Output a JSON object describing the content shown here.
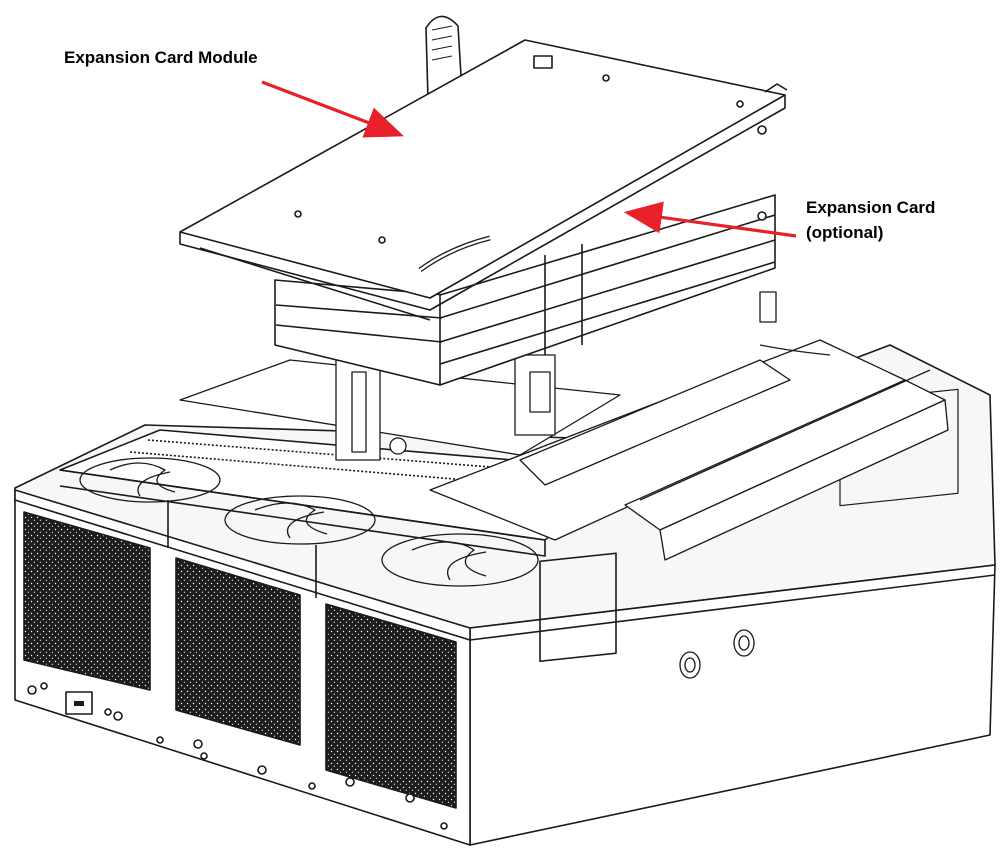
{
  "callouts": {
    "module": "Expansion Card Module",
    "card_line1": "Expansion Card",
    "card_line2": "(optional)"
  },
  "colors": {
    "line": "#1a1a1a",
    "filter_mesh": "#1c1c1c",
    "arrow": "#e8202a",
    "background": "#ffffff"
  },
  "icons": {
    "fan": "fan-icon",
    "screw": "screw-icon",
    "grommet": "grommet-icon"
  }
}
